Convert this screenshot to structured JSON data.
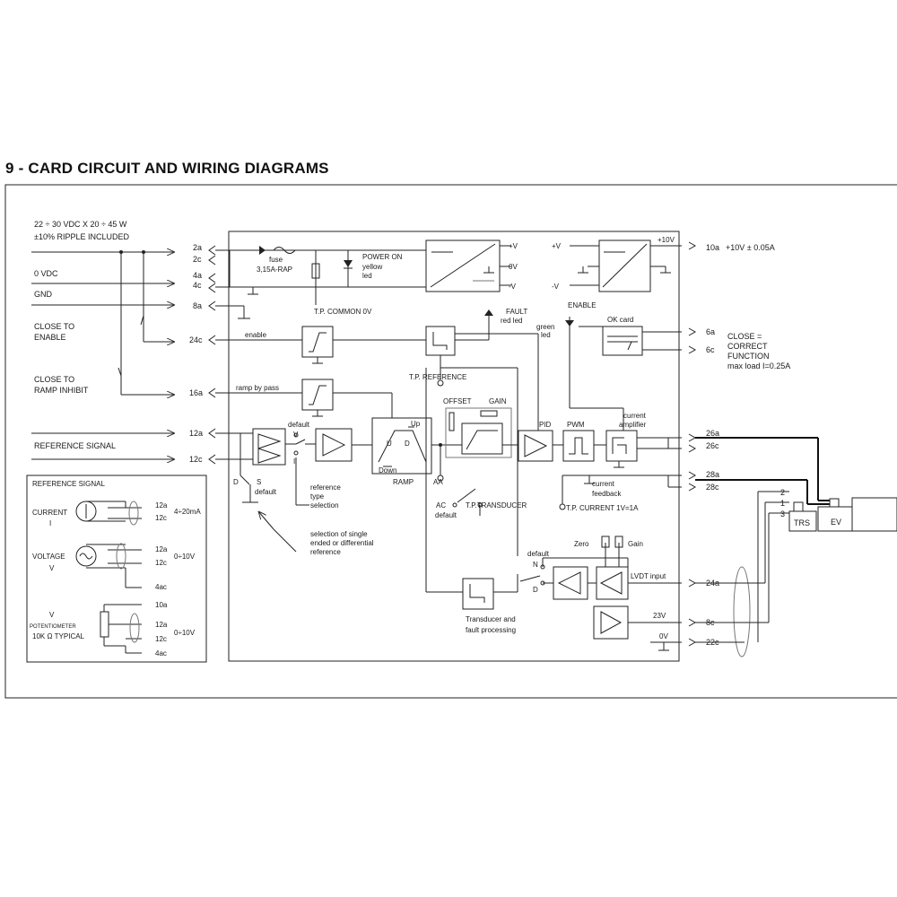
{
  "title": "9 - CARD CIRCUIT AND WIRING DIAGRAMS",
  "supply": {
    "line1": "22 ÷ 30 VDC X 20 ÷ 45 W",
    "line2": "±10% RIPPLE INCLUDED",
    "zero": "0 VDC",
    "gnd": "GND"
  },
  "inputs": {
    "close_enable_1": "CLOSE TO",
    "close_enable_2": "ENABLE",
    "close_ramp_1": "CLOSE TO",
    "close_ramp_2": "RAMP INHIBIT",
    "reference_signal": "REFERENCE SIGNAL"
  },
  "pins": {
    "p2a": "2a",
    "p2c": "2c",
    "p4a": "4a",
    "p4c": "4c",
    "p8a": "8a",
    "p24c": "24c",
    "p16a": "16a",
    "p12a": "12a",
    "p12c": "12c",
    "r10a": "10a",
    "r6a": "6a",
    "r6c": "6c",
    "r26a": "26a",
    "r26c": "26c",
    "r28a": "28a",
    "r28c": "28c",
    "r24a": "24a",
    "r8c": "8c",
    "r22c": "22c"
  },
  "right_labels": {
    "r10a_desc": "+10V  ± 0.05A",
    "close_1": "CLOSE =",
    "close_2": "CORRECT",
    "close_3": "FUNCTION",
    "close_4": "max load I=0.25A"
  },
  "card": {
    "fuse_1": "fuse",
    "fuse_2": "3,15A-RAP",
    "power_on_1": "POWER ON",
    "power_on_2": "yellow",
    "power_on_3": "led",
    "tp_common": "T.P. COMMON 0V",
    "pv": "+V",
    "zv": "0V",
    "mv": "-V",
    "pv2": "+V",
    "mv2": "-V",
    "p10v": "+10V",
    "fault_1": "FAULT",
    "fault_2": "red led",
    "enable_lbl": "ENABLE",
    "green_1": "green",
    "green_2": "led",
    "ok_card": "OK card",
    "enable": "enable",
    "ramp_bypass": "ramp by pass",
    "tp_reference": "T.P. REFERENCE",
    "offset": "OFFSET",
    "gain": "GAIN",
    "pid": "PID",
    "pwm": "PWM",
    "cur_amp_1": "current",
    "cur_amp_2": "amplifier",
    "default_v": "default",
    "v": "V",
    "i": "I",
    "ref_sel_1": "reference",
    "ref_sel_2": "type",
    "ref_sel_3": "selection",
    "d": "D",
    "s": "S",
    "s_default": "default",
    "up": "Up",
    "down": "Down",
    "u": "U",
    "dd": "D",
    "ramp": "RAMP",
    "aa": "AA",
    "ac": "AC",
    "ac_default": "default",
    "tp_transducer": "T.P.TRANSDUCER",
    "cur_fb_1": "current",
    "cur_fb_2": "feedback",
    "tp_current": "T.P. CURRENT 1V=1A",
    "sel_single_1": "selection of single",
    "sel_single_2": "ended or differential",
    "sel_single_3": "reference",
    "default_n": "default",
    "n": "N",
    "d2": "D",
    "zero": "Zero",
    "gain2": "Gain",
    "lvdt": "LVDT input",
    "trans_1": "Transducer and",
    "trans_2": "fault processing",
    "v23": "23V",
    "ov": "0V"
  },
  "ref_box": {
    "title": "REFERENCE SIGNAL",
    "current_1": "CURRENT",
    "current_2": "I",
    "p12a": "12a",
    "p12c": "12c",
    "range_current": "4÷20mA",
    "voltage_1": "VOLTAGE",
    "voltage_2": "V",
    "v12a": "12a",
    "v12c": "12c",
    "v4ac": "4ac",
    "range_voltage": "0÷10V",
    "pot_1": "V",
    "pot_2": "POTENTIOMETER",
    "pot_3": "10K Ω TYPICAL",
    "p10a": "10a",
    "pp12a": "12a",
    "pp12c": "12c",
    "p4ac": "4ac",
    "range_pot": "0÷10V"
  },
  "valve": {
    "trs": "TRS",
    "ev": "EV",
    "n2": "2",
    "n1": "1",
    "n3": "3"
  }
}
